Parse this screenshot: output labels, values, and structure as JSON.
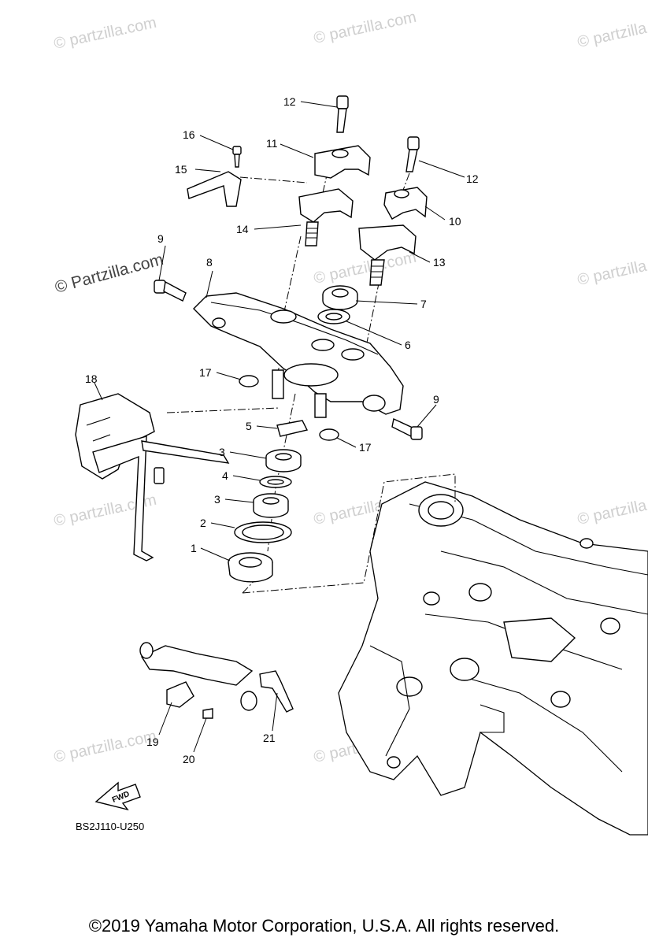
{
  "watermark": {
    "text": "© Partzilla.com",
    "text_lower": "© partzilla.com"
  },
  "callouts": [
    "1",
    "2",
    "3",
    "3",
    "4",
    "5",
    "6",
    "7",
    "8",
    "9",
    "9",
    "10",
    "11",
    "12",
    "12",
    "13",
    "14",
    "15",
    "16",
    "17",
    "17",
    "18",
    "19",
    "20",
    "21"
  ],
  "fwd_arrow_label": "FWD",
  "diagram_code": "BS2J110-U250",
  "copyright": "©2019 Yamaha Motor Corporation, U.S.A. All rights reserved."
}
